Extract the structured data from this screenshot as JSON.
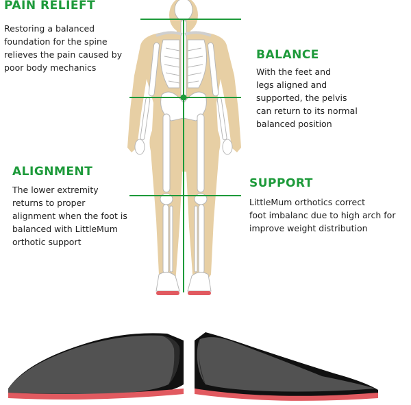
{
  "accent_color": "#1d9a3a",
  "sections": {
    "pain_relief": {
      "title": "PAIN RELIEFT",
      "text": "Restoring a balanced\nfoundation for the spine\nrelieves the pain caused by\npoor body mechanics"
    },
    "balance": {
      "title": "BALANCE",
      "text": "With the feet and\nlegs aligned and\nsupported, the pelvis\ncan return to its normal\nbalanced position"
    },
    "alignment": {
      "title": "ALIGNMENT",
      "text": "The lower extremity\nreturns to proper\nalignment when the foot is\nbalanced with LittleMum\northotic support"
    },
    "support": {
      "title": "SUPPORT",
      "text": "LittleMum orthotics correct\nfoot imbalanc due to high arch for\nimprove weight distribution"
    }
  }
}
